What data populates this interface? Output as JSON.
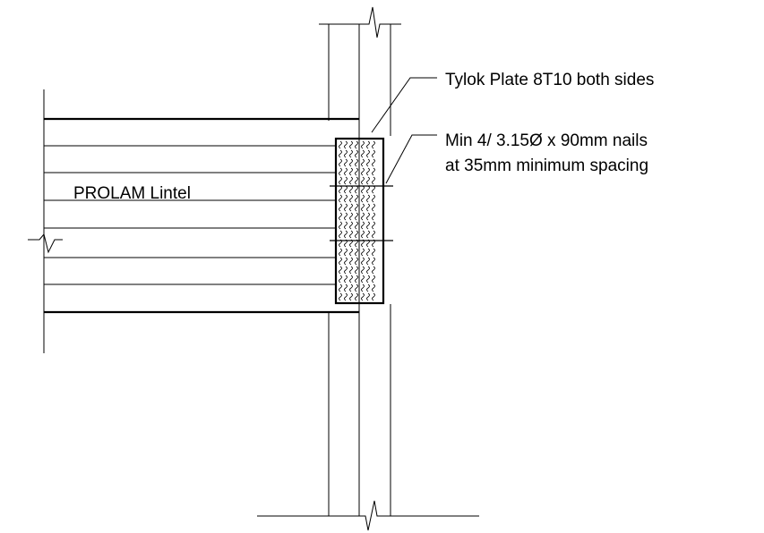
{
  "labels": {
    "lintel": "PROLAM Lintel",
    "plate": "Tylok Plate 8T10 both sides",
    "nails_line1": "Min 4/ 3.15Ø x 90mm nails",
    "nails_line2": "at 35mm minimum spacing"
  },
  "colors": {
    "line": "#000000",
    "background": "#ffffff"
  }
}
